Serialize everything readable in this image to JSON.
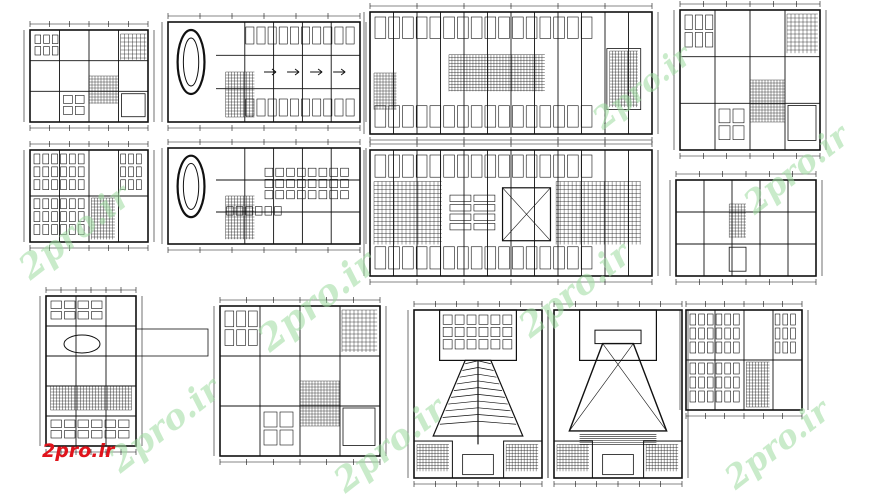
{
  "colors": {
    "background": "#ffffff",
    "linework": "#111111",
    "watermark": "#9ddba0",
    "logo": "#e0141c"
  },
  "watermark_text": "2pro.ir",
  "logo_text": "2pro.ir",
  "sheets": [
    {
      "name": "plan-sheet-1",
      "pattern": "rooms"
    },
    {
      "name": "plan-sheet-2",
      "pattern": "ramp-parking"
    },
    {
      "name": "plan-sheet-3",
      "pattern": "parking-long"
    },
    {
      "name": "plan-sheet-4",
      "pattern": "rooms"
    },
    {
      "name": "plan-sheet-5",
      "pattern": "classrooms"
    },
    {
      "name": "plan-sheet-6",
      "pattern": "ramp-tables"
    },
    {
      "name": "plan-sheet-7",
      "pattern": "court-long"
    },
    {
      "name": "plan-sheet-8",
      "pattern": "frame"
    },
    {
      "name": "plan-sheet-9",
      "pattern": "rooms-tall"
    },
    {
      "name": "plan-sheet-10",
      "pattern": "rooms"
    },
    {
      "name": "plan-sheet-11",
      "pattern": "auditorium"
    },
    {
      "name": "plan-sheet-12",
      "pattern": "auditorium-roof"
    },
    {
      "name": "plan-sheet-13",
      "pattern": "classrooms"
    }
  ]
}
